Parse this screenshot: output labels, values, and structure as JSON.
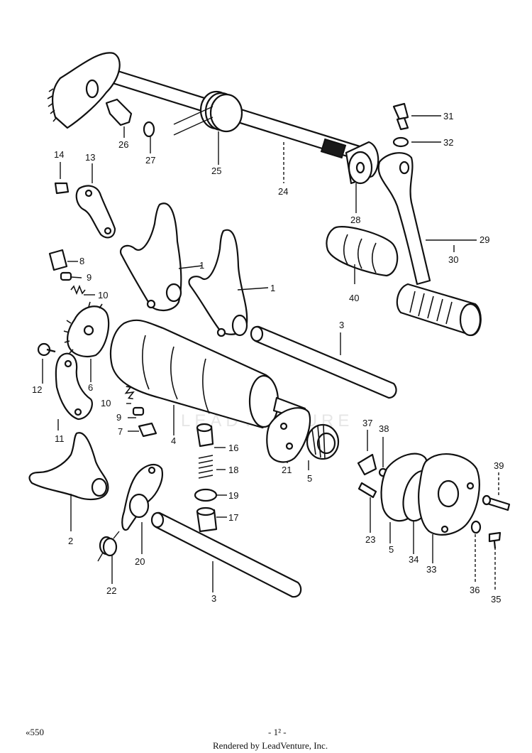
{
  "callouts": [
    {
      "id": "c1a",
      "text": "1"
    },
    {
      "id": "c1b",
      "text": "1"
    },
    {
      "id": "c2",
      "text": "2"
    },
    {
      "id": "c3a",
      "text": "3"
    },
    {
      "id": "c3b",
      "text": "3"
    },
    {
      "id": "c4",
      "text": "4"
    },
    {
      "id": "c5a",
      "text": "5"
    },
    {
      "id": "c5b",
      "text": "5"
    },
    {
      "id": "c6",
      "text": "6"
    },
    {
      "id": "c7",
      "text": "7"
    },
    {
      "id": "c8",
      "text": "8"
    },
    {
      "id": "c9a",
      "text": "9"
    },
    {
      "id": "c9b",
      "text": "9"
    },
    {
      "id": "c10a",
      "text": "10"
    },
    {
      "id": "c10b",
      "text": "10"
    },
    {
      "id": "c11",
      "text": "11"
    },
    {
      "id": "c12",
      "text": "12"
    },
    {
      "id": "c13",
      "text": "13"
    },
    {
      "id": "c14",
      "text": "14"
    },
    {
      "id": "c16",
      "text": "16"
    },
    {
      "id": "c17",
      "text": "17"
    },
    {
      "id": "c18",
      "text": "18"
    },
    {
      "id": "c19",
      "text": "19"
    },
    {
      "id": "c20",
      "text": "20"
    },
    {
      "id": "c21",
      "text": "21"
    },
    {
      "id": "c22",
      "text": "22"
    },
    {
      "id": "c23",
      "text": "23"
    },
    {
      "id": "c24",
      "text": "24"
    },
    {
      "id": "c25",
      "text": "25"
    },
    {
      "id": "c26",
      "text": "26"
    },
    {
      "id": "c27",
      "text": "27"
    },
    {
      "id": "c28",
      "text": "28"
    },
    {
      "id": "c29",
      "text": "29"
    },
    {
      "id": "c30",
      "text": "30"
    },
    {
      "id": "c31",
      "text": "31"
    },
    {
      "id": "c32",
      "text": "32"
    },
    {
      "id": "c33",
      "text": "33"
    },
    {
      "id": "c34",
      "text": "34"
    },
    {
      "id": "c35",
      "text": "35"
    },
    {
      "id": "c36",
      "text": "36"
    },
    {
      "id": "c37",
      "text": "37"
    },
    {
      "id": "c38",
      "text": "38"
    },
    {
      "id": "c39",
      "text": "39"
    },
    {
      "id": "c40",
      "text": "40"
    }
  ],
  "footer": {
    "model": "«550",
    "page": "- 1² -",
    "credit": "Rendered by LeadVenture, Inc."
  },
  "watermark": "LEADVENTURE"
}
